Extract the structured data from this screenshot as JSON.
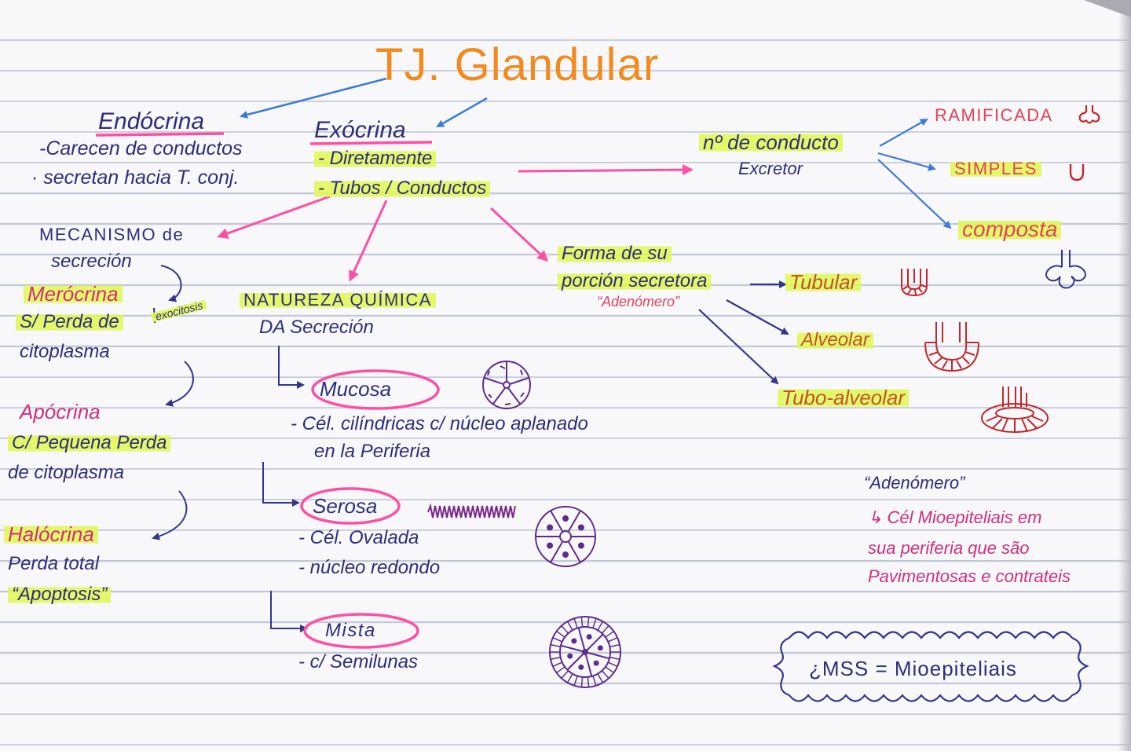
{
  "title": "TJ. Glandular",
  "endocrina": {
    "heading": "Endócrina",
    "items": [
      "-Carecen de conductos",
      "· secretan hacia T. conj."
    ]
  },
  "exocrina": {
    "heading": "Exócrina",
    "items": [
      "- Diretamente",
      "- Tubos / Conductos"
    ]
  },
  "mecanismo": {
    "heading": [
      "MECANISMO de",
      "secreción"
    ],
    "merocrina": {
      "name": "Merócrina",
      "lines": [
        "S/ Perda de",
        "citoplasma"
      ],
      "note": "exocitosis"
    },
    "apocrina": {
      "name": "Apócrina",
      "lines": [
        "C/ Pequena Perda",
        "de citoplasma"
      ]
    },
    "halocrina": {
      "name": "Halócrina",
      "lines": [
        "Perda total",
        "“Apoptosis”"
      ]
    }
  },
  "natureza": {
    "heading": [
      "NATUREZA QUÍMICA",
      "DA Secreción"
    ],
    "mucosa": {
      "name": "Mucosa",
      "lines": [
        "- Cél. cilíndricas c/ núcleo aplanado",
        "en la Periferia"
      ]
    },
    "serosa": {
      "name": "Serosa",
      "lines": [
        "- Cél. Ovalada",
        "- núcleo redondo"
      ]
    },
    "mista": {
      "name": "Mista",
      "lines": [
        "- c/ Semilunas"
      ]
    }
  },
  "forma": {
    "heading": [
      "Forma de su",
      "porción secretora"
    ],
    "quote": "“Adenómero”",
    "types": [
      "Tubular",
      "Alveolar",
      "Tubo-alveolar"
    ]
  },
  "conducto": {
    "heading": [
      "nº de conducto",
      "Excretor"
    ],
    "types": [
      "RAMIFICADA",
      "SIMPLES",
      "composta"
    ]
  },
  "adenomero_note": {
    "title": "“Adenómero”",
    "lines": [
      "↳ Cél Mioepiteliais em",
      "sua periferia que são",
      "Pavimentosas e contrateis"
    ]
  },
  "cloud_note": "¿MSS = Mioepiteliais",
  "icons": {
    "ramificada": "branched-gland-icon",
    "simples": "simple-gland-icon",
    "composta": "compound-gland-icon",
    "tubular": "tubular-gland-icon",
    "alveolar": "alveolar-gland-icon",
    "tubo_alveolar": "tubulo-alveolar-gland-icon",
    "mucosa": "mucous-acinus-icon",
    "serosa": "serous-acinus-icon",
    "mista": "mixed-acinus-icon"
  },
  "colors": {
    "title": "#f28a1e",
    "ink": "#2d2e7a",
    "highlighter": "#e2f756",
    "pink": "#ff4fa3",
    "blue": "#3b7bd6",
    "magenta": "#d0307c",
    "red": "#e0455a",
    "purple": "#5c2d8f"
  }
}
